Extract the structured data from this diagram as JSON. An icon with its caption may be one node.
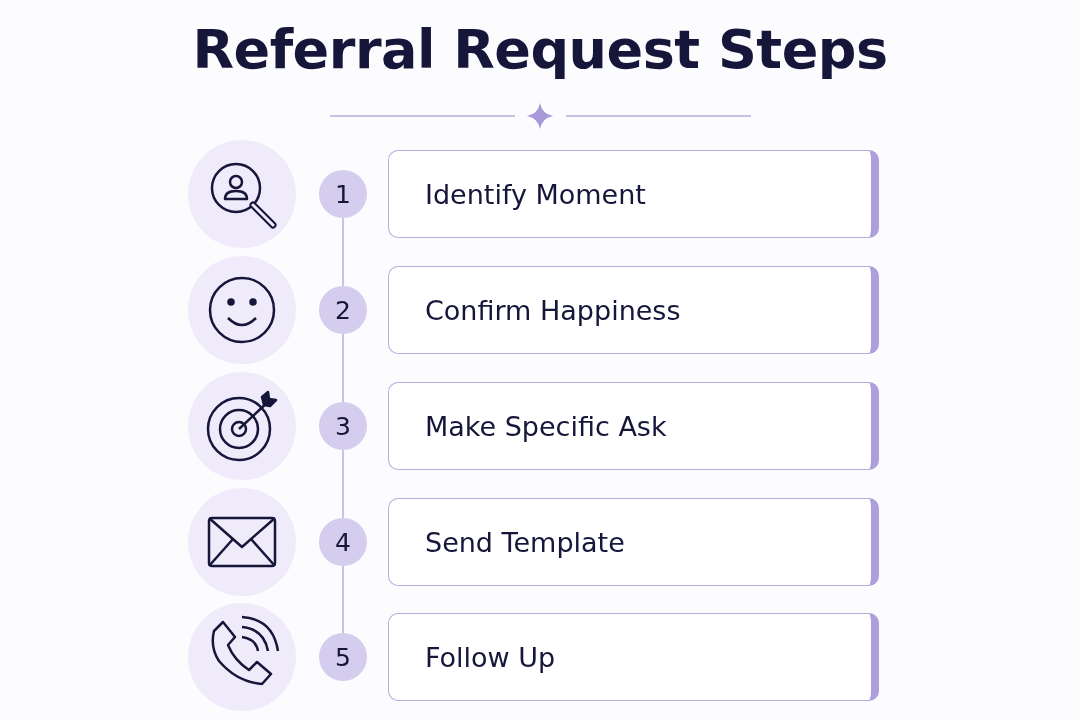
{
  "diagram": {
    "title": "Referral Request Steps",
    "nodes": [
      {
        "text": [
          "1"
        ]
      },
      {
        "text": [
          "Identify Moment"
        ]
      },
      {
        "text": [
          "2"
        ]
      },
      {
        "text": [
          "Confirm Happiness"
        ]
      },
      {
        "text": [
          "3"
        ]
      },
      {
        "text": [
          "Make Specific Ask"
        ]
      },
      {
        "text": [
          "4"
        ]
      },
      {
        "text": [
          "Send Template"
        ]
      },
      {
        "text": [
          "5"
        ]
      },
      {
        "text": [
          "Follow Up"
        ]
      }
    ],
    "edges": [
      {
        "from": 0,
        "to": 2,
        "arrow": "none"
      },
      {
        "from": 2,
        "to": 4,
        "arrow": "none"
      },
      {
        "from": 4,
        "to": 6,
        "arrow": "none"
      },
      {
        "from": 6,
        "to": 8,
        "arrow": "none"
      }
    ]
  }
}
